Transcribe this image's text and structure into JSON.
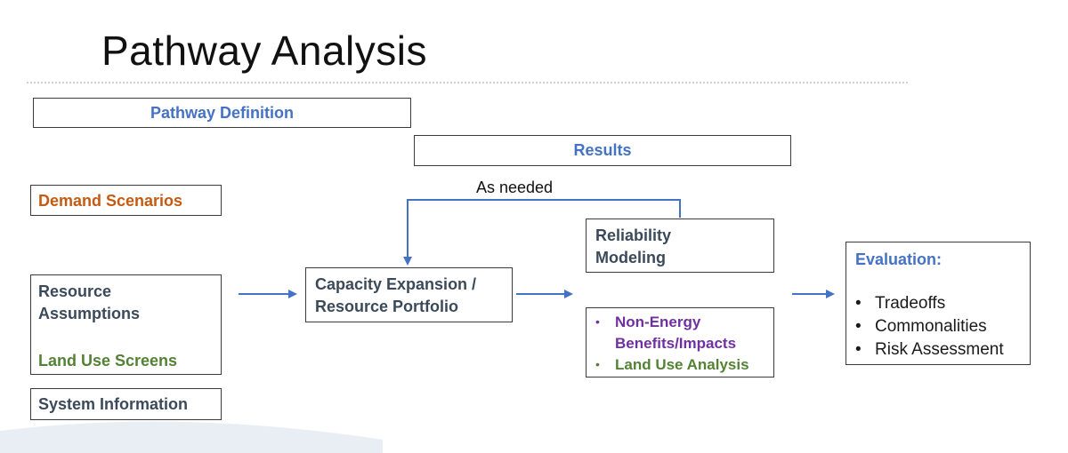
{
  "title": "Pathway Analysis",
  "boxes": {
    "pathway_definition": "Pathway Definition",
    "results": "Results",
    "demand_scenarios": "Demand Scenarios",
    "resource_assumptions": "Resource Assumptions",
    "land_use_screens": "Land Use Screens",
    "system_information": "System Information",
    "capacity_expansion": "Capacity Expansion / Resource Portfolio",
    "reliability_modeling": "Reliability Modeling",
    "benefits": {
      "items": [
        {
          "bullet": "•",
          "label": "Non-Energy Benefits/Impacts"
        },
        {
          "bullet": "•",
          "label": "Land Use Analysis"
        }
      ]
    },
    "evaluation": {
      "heading": "Evaluation:",
      "items": [
        {
          "bullet": "•",
          "label": "Tradeoffs"
        },
        {
          "bullet": "•",
          "label": "Commonalities"
        },
        {
          "bullet": "•",
          "label": "Risk Assessment"
        }
      ]
    }
  },
  "feedback_label": "As needed",
  "colors": {
    "blue": "#4472c4",
    "orange": "#c55a11",
    "green": "#548235",
    "purple": "#7030a0",
    "slate": "#3b4a5a",
    "arrow": "#4472c4"
  }
}
